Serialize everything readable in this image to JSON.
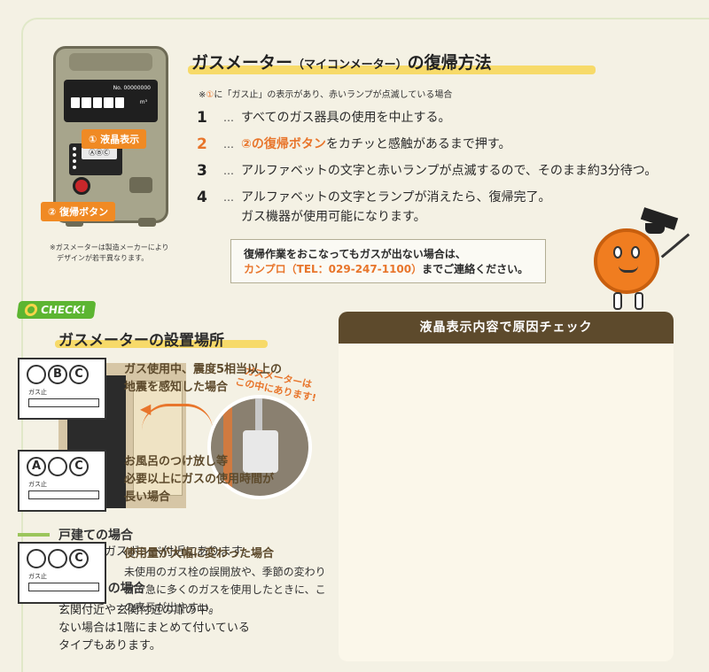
{
  "meter": {
    "no_label": "No. 00000000",
    "unit": "m³",
    "lcd_text": "ⒶⒷⒸ",
    "tag_lcd": "① 液晶表示",
    "tag_button": "② 復帰ボタン",
    "note_line1": "※ガスメーターは製造メーカーにより",
    "note_line2": "デザインが若干異なります。"
  },
  "title": {
    "main": "ガスメーター",
    "sub": "（マイコンメーター）",
    "end": "の復帰方法",
    "note_prefix": "※",
    "note_num": "①",
    "note_suffix": "に「ガス止」の表示があり、赤いランプが点滅している場合"
  },
  "steps": [
    {
      "num": "1",
      "dots": "…",
      "text": "すべてのガス器具の使用を中止する。"
    },
    {
      "num": "2",
      "dots": "…",
      "em": "②の復帰ボタン",
      "text": "をカチッと感触があるまで押す。"
    },
    {
      "num": "3",
      "dots": "…",
      "text": "アルファベットの文字と赤いランプが点滅するので、そのまま約3分待つ。"
    },
    {
      "num": "4",
      "dots": "…",
      "text": "アルファベットの文字とランプが消えたら、復帰完了。",
      "text2": "ガス機器が使用可能になります。"
    }
  ],
  "contact": {
    "line1": "復帰作業をおこなってもガスが出ない場合は、",
    "accent": "カンプロ（TEL：029-247-1100）",
    "suffix": "までご連絡ください。"
  },
  "check_badge": "CHECK!",
  "location": {
    "title": "ガスメーターの設置場所",
    "caption1": "ガスメーターは",
    "caption2": "この中にあります!",
    "house_title": "戸建ての場合",
    "house_body": "住宅裏のガスボンベ付近にあります。",
    "apt_title": "アパートの場合",
    "apt_body1": "玄関付近や玄関付近の扉の中。",
    "apt_body2": "ない場合は1階にまとめて付いている",
    "apt_body3": "タイプもあります。"
  },
  "check_panel": {
    "header": "液晶表示内容で原因チェック",
    "items": [
      {
        "chars": [
          "",
          "B",
          "C"
        ],
        "label": "ガス止",
        "desc1": "ガス使用中、震度5相当以上の",
        "desc2": "地震を感知した場合",
        "desc3": "",
        "body": ""
      },
      {
        "chars": [
          "A",
          "",
          "C"
        ],
        "label": "ガス止",
        "desc1": "お風呂のつけ放し等",
        "desc2": "必要以上にガスの使用時間が",
        "desc3": "長い場合",
        "body": ""
      },
      {
        "chars": [
          "",
          "",
          "C"
        ],
        "label": "ガス止",
        "desc1": "使用量が大幅に変わった場合",
        "desc2": "",
        "desc3": "",
        "body": "未使用のガス栓の誤開放や、季節の変わり目で急に多くのガスを使用したときに、この表示が出やすい。"
      }
    ]
  }
}
